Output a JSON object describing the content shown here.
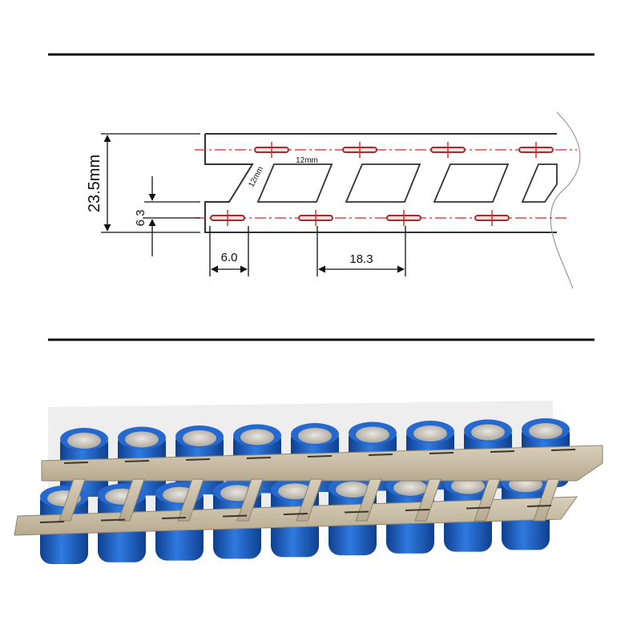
{
  "diagram": {
    "height_label": "23.5mm",
    "inner_gap_label": "6.3",
    "tab_width_label": "6.0",
    "pitch_label": "18.3",
    "slot_length_label": "12mm",
    "slot_height_label": "12mm",
    "strip_color": "#ffffff",
    "outline_color": "#333333",
    "centerline_color": "#e02020",
    "slot_mark_color": "#b03030"
  },
  "photo": {
    "battery_color": "#1d63c7",
    "nickel_color": "#c8bca5",
    "cell_top_color": "#d6d2c8"
  }
}
